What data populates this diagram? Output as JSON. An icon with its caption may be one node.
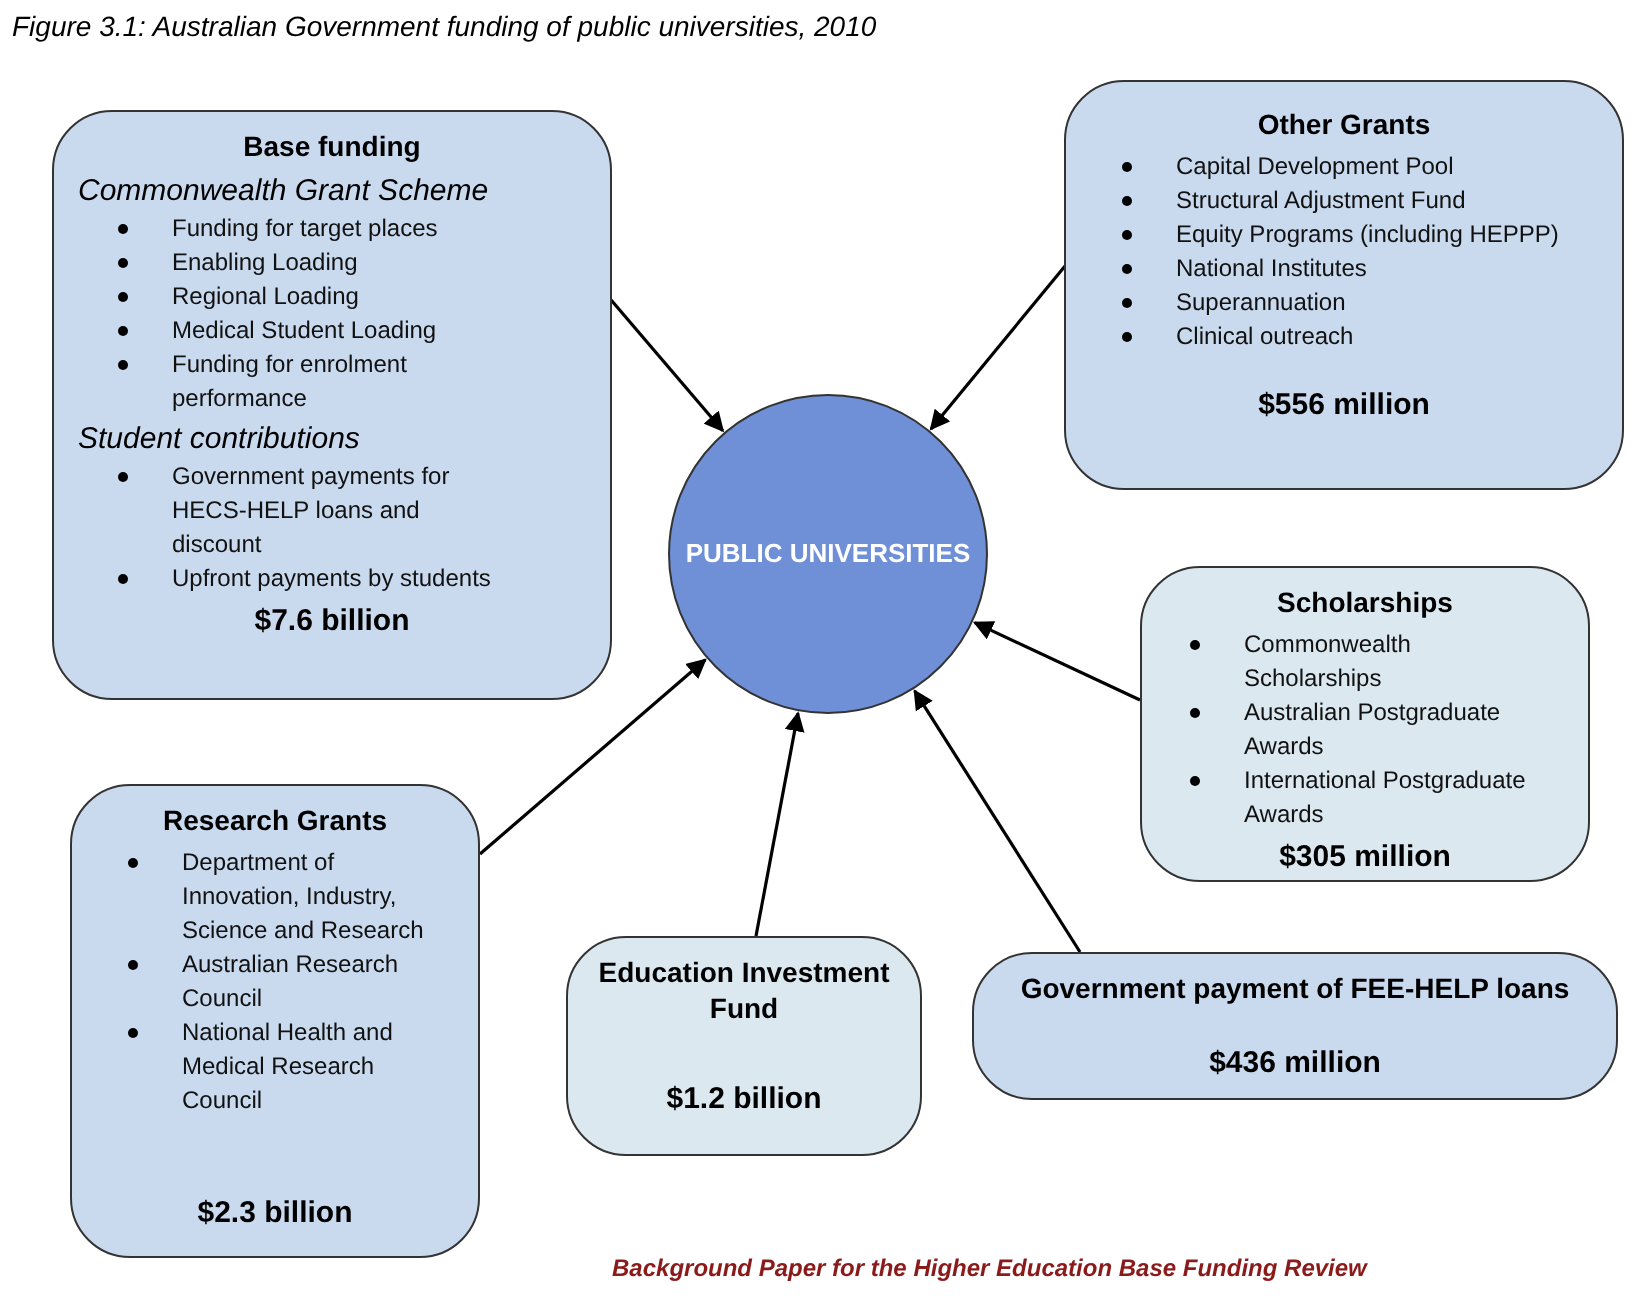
{
  "diagram": {
    "title": "Figure 3.1: Australian Government funding of public universities, 2010",
    "caption": "Background Paper for the Higher Education Base Funding Review",
    "nodes": [
      {
        "text": [
          "Base funding",
          "Commonwealth Grant Scheme",
          "Funding for target places",
          "Enabling Loading",
          "Regional Loading",
          "Medical Student Loading",
          "Funding for enrolment performance",
          "Student contributions",
          "Government payments for HECS-HELP loans and discount",
          "Upfront payments by students",
          "$7.6 billion"
        ]
      },
      {
        "text": [
          "Other Grants",
          "Capital Development Pool",
          "Structural Adjustment Fund",
          "Equity Programs (including HEPPP)",
          "National Institutes",
          "Superannuation",
          "Clinical outreach",
          "$556 million"
        ]
      },
      {
        "text": [
          "PUBLIC UNIVERSITIES"
        ]
      },
      {
        "text": [
          "Scholarships",
          "Commonwealth Scholarships",
          "Australian Postgraduate Awards",
          "International Postgraduate Awards",
          "$305 million"
        ]
      },
      {
        "text": [
          "Research Grants",
          "Department of Innovation, Industry, Science and Research",
          "Australian Research Council",
          "National Health and Medical Research Council",
          "$2.3 billion"
        ]
      },
      {
        "text": [
          "Education Investment Fund",
          "$1.2 billion"
        ]
      },
      {
        "text": [
          "Government payment of FEE-HELP loans",
          "$436 million"
        ]
      }
    ],
    "edges": [
      {
        "from": 0,
        "to": 2,
        "arrow": "to"
      },
      {
        "from": 1,
        "to": 2,
        "arrow": "to"
      },
      {
        "from": 3,
        "to": 2,
        "arrow": "to"
      },
      {
        "from": 4,
        "to": 2,
        "arrow": "to"
      },
      {
        "from": 5,
        "to": 2,
        "arrow": "to"
      },
      {
        "from": 6,
        "to": 2,
        "arrow": "to"
      }
    ]
  }
}
